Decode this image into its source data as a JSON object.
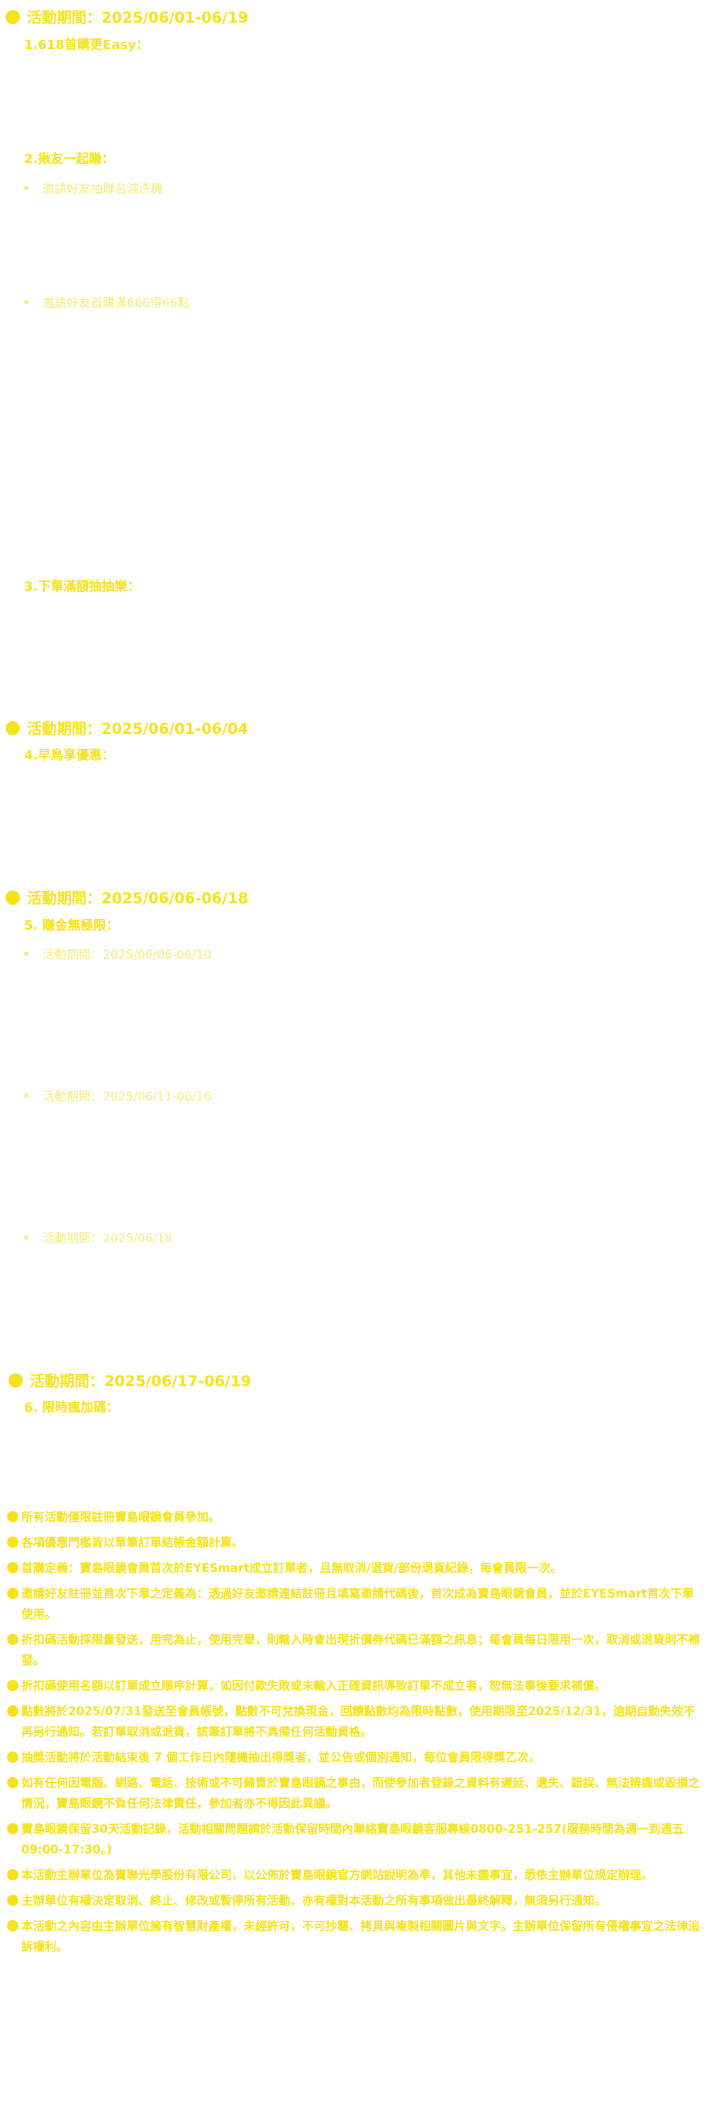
{
  "sections": [
    {
      "period": "活動期間：2025/06/01-06/19",
      "items": [
        {
          "heading": "1.618首購更Easy：",
          "subs": []
        },
        {
          "heading": "2.揪友一起賺：",
          "subs": [
            "邀請好友抽聯名濾洗機",
            "邀請好友首購滿666得66點"
          ]
        },
        {
          "heading": "3.下單滿額抽抽樂：",
          "subs": []
        }
      ]
    },
    {
      "period": "活動期間：2025/06/01-06/04",
      "items": [
        {
          "heading": "4.早鳥享優惠：",
          "subs": []
        }
      ]
    },
    {
      "period": "活動期間：2025/06/06-06/18",
      "items": [
        {
          "heading": "5. 賺金無極限：",
          "subs": [
            "活動期間：2025/06/06-06/10",
            "活動期間：2025/06/11-06/16",
            "活動期間：2025/06/18"
          ]
        }
      ]
    },
    {
      "period": "活動期間：2025/06/17-06/19",
      "items": [
        {
          "heading": "6. 限時瘋加碼：",
          "subs": []
        }
      ]
    }
  ],
  "notes": [
    "所有活動僅限註冊寶島眼鏡會員參加。",
    "各項優惠門檻皆以單筆訂單結帳金額計算。",
    "首購定義：寶島眼鏡會員首次於EYESmart成立訂單者，且無取消/退貨/部份退貨紀錄，每會員限一次。",
    "邀請好友註冊並首次下單之定義為：透過好友邀請連結註冊且填寫邀請代碼後，首次成為寶島眼鏡會員，並於EYESmart首次下單使用。",
    "折扣碼活動採限量發送，用完為止，使用完畢，則輸入時會出現折價券代碼已滿額之訊息；每會員每日限用一次，取消或退貨則不補發。",
    "折扣碼使用名額以訂單成立順序計算，如因付款失敗或未輸入正確資訊導致訂單不成立者，恕無法事後要求補償。",
    "點數將於2025/07/31發送至會員帳號，點數不可兌換現金，回饋點數均為限時點數，使用期限至2025/12/31，逾期自動失效不再另行通知。若訂單取消或退貨，該筆訂單將不具備任何活動資格。",
    "抽獎活動將於活動結束後 7 個工作日內隨機抽出得獎者，並公告或個別通知，每位會員限得獎乙次。",
    "如有任何因電腦、網路、電話、技術或不可歸責於寶島眼鏡之事由，而使參加者登錄之資料有遲延、遺失、錯誤、無法辨識或毀損之情況，寶島眼鏡不負任何法律責任，參加者亦不得因此異議。",
    "寶島眼鏡保留30天活動記錄，活動相關問題請於活動保留時間內聯絡寶島眼鏡客服專線0800-251-257(服務時間為週一到週五09:00-17:30。)",
    "本活動主辦單位為寶聯光學股份有限公司，以公佈於寶島眼鏡官方網站說明為準，其他未盡事宜，悉依主辦單位規定辦理。",
    "主辦單位有權決定取消、終止、修改或暫停所有活動，亦有權對本活動之所有事項做出最終解釋，無須另行通知。",
    "本活動之內容由主辦單位擁有智慧財產權，未經許可，不可抄襲、拷貝與複製相關圖片與文字。主辦單位保留所有侵權事宜之法律追訴權利。"
  ],
  "colors": {
    "accent": "#f5e21b",
    "sub_text": "#f7ea7a",
    "background": "#ffffff"
  }
}
